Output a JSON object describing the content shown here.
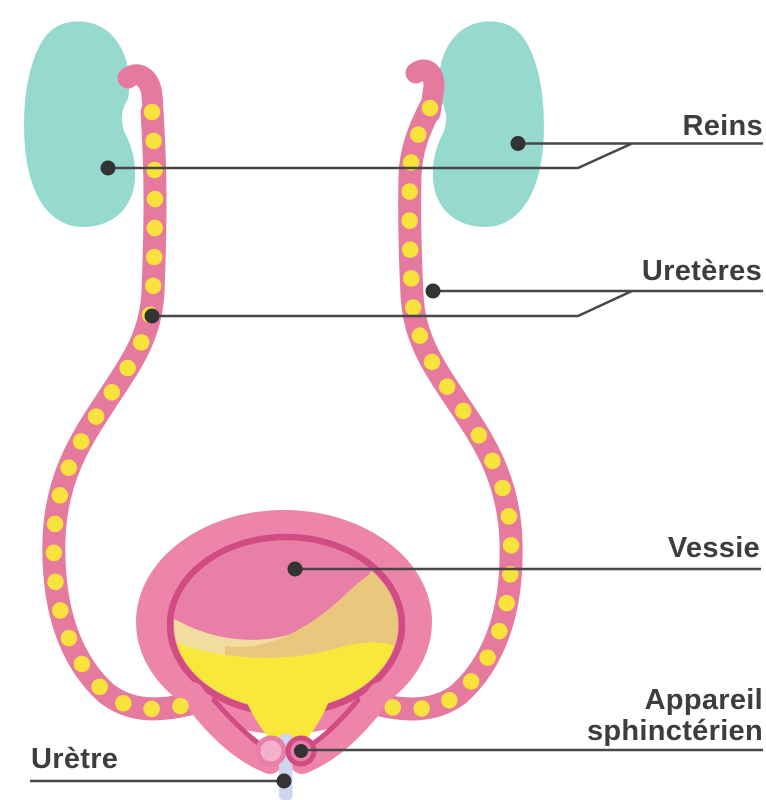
{
  "annotations": {
    "reins": {
      "label": "Reins"
    },
    "ureteres": {
      "label": "Uretères"
    },
    "vessie": {
      "label": "Vessie"
    },
    "appareil_sphincterien": {
      "label_line1": "Appareil",
      "label_line2": "sphinctérien"
    },
    "uretre": {
      "label": "Urètre"
    }
  },
  "colors": {
    "background": "#ffffff",
    "kidney": "#96dacd",
    "ureter": "#e5799e",
    "dot_yellow": "#f8e23c",
    "bladder_outer": "#ed85ab",
    "bladder_inner": "#e87fa6",
    "bladder_ring": "#d04c82",
    "urine_yellow": "#f8e83a",
    "urine_tan_light": "#f2dda0",
    "urine_tan_deep": "#e9c87d",
    "urethra": "#ced6ef",
    "sphincter_light": "#f3b2c9",
    "leader_line": "#474747",
    "leader_dot": "#333333",
    "label_text": "#3d3d3d"
  }
}
